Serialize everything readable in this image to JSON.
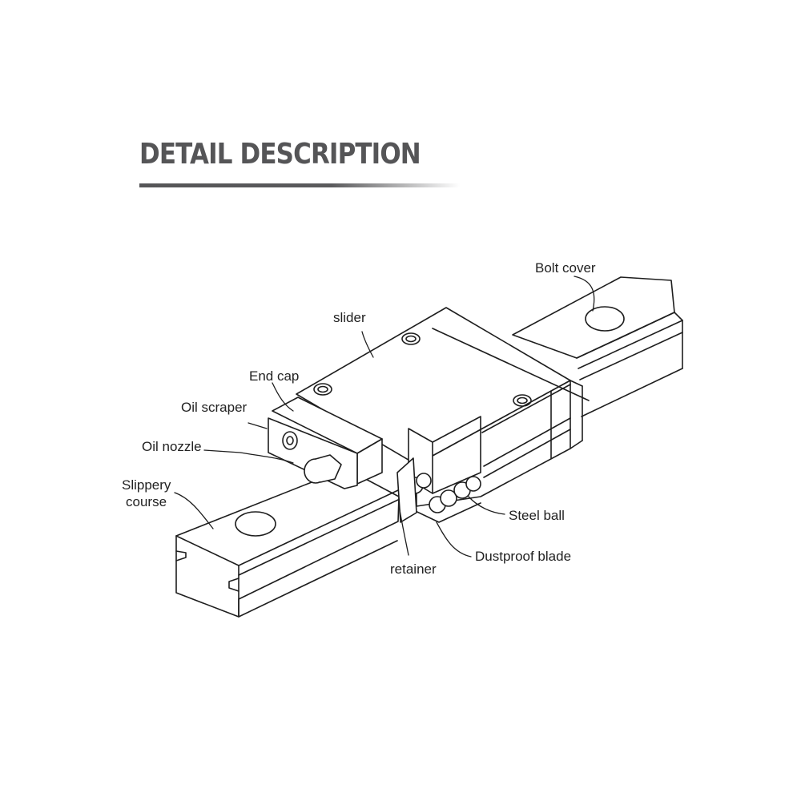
{
  "title": "DETAIL DESCRIPTION",
  "labels": {
    "bolt_cover": "Bolt cover",
    "slider": "slider",
    "end_cap": "End cap",
    "oil_scraper": "Oil scraper",
    "oil_nozzle": "Oil nozzle",
    "slippery_course_1": "Slippery",
    "slippery_course_2": "course",
    "steel_ball": "Steel ball",
    "dustproof_blade": "Dustproof blade",
    "retainer": "retainer"
  }
}
